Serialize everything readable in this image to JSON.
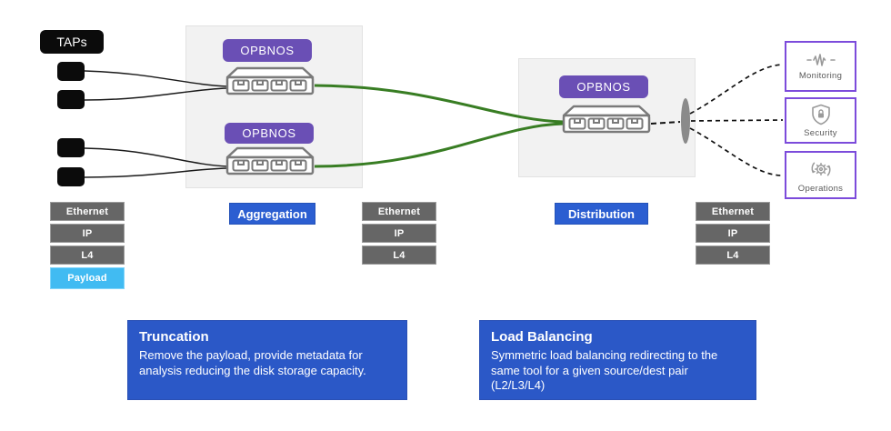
{
  "colors": {
    "accent_blue": "#2b58c7",
    "label_blue": "#2b5ed1",
    "badge_purple": "#6a4fb5",
    "tool_border_purple": "#7c4bdb",
    "payload_blue": "#41bbf2",
    "link_green": "#387d23",
    "stack_gray": "#666666",
    "tap_black": "#0b0b0b"
  },
  "taps": {
    "label": "TAPs",
    "count": 4
  },
  "aggregation": {
    "label": "Aggregation",
    "badge_top": "OPBNOS",
    "badge_bottom": "OPBNOS"
  },
  "distribution": {
    "label": "Distribution",
    "badge": "OPBNOS"
  },
  "tools": [
    {
      "label": "Monitoring",
      "icon": "pulse-waveform-icon"
    },
    {
      "label": "Security",
      "icon": "shield-lock-icon"
    },
    {
      "label": "Operations",
      "icon": "gear-refresh-icon"
    }
  ],
  "stacks": {
    "left": {
      "rows": [
        "Ethernet",
        "IP",
        "L4",
        "Payload"
      ]
    },
    "middle": {
      "rows": [
        "Ethernet",
        "IP",
        "L4"
      ]
    },
    "right": {
      "rows": [
        "Ethernet",
        "IP",
        "L4"
      ]
    }
  },
  "callouts": {
    "truncation": {
      "title": "Truncation",
      "body": "Remove the payload, provide metadata for analysis reducing the disk storage capacity."
    },
    "load_balancing": {
      "title": "Load Balancing",
      "body": "Symmetric load balancing redirecting to the same tool  for a given source/dest pair (L2/L3/L4)"
    }
  }
}
